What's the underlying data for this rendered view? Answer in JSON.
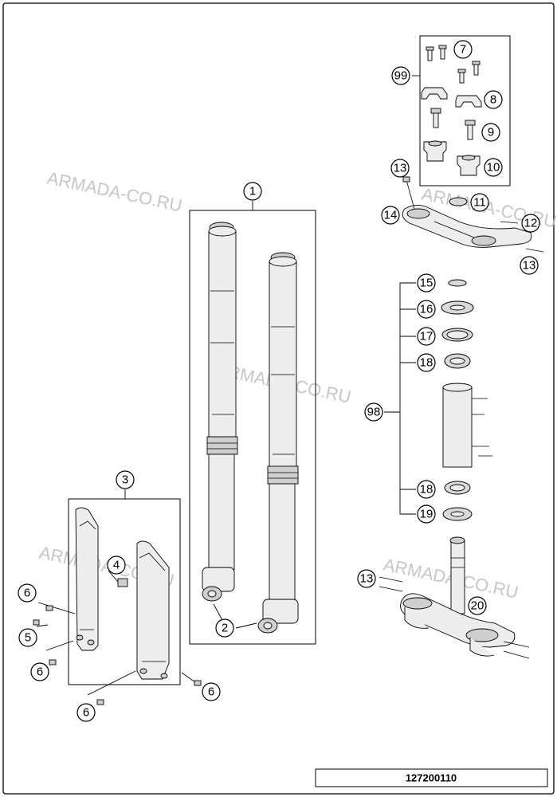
{
  "document_number": "127200110",
  "watermark": "ARMADA-CO.RU",
  "callouts": {
    "c1": "1",
    "c2": "2",
    "c3": "3",
    "c4": "4",
    "c5": "5",
    "c6a": "6",
    "c6b": "6",
    "c6c": "6",
    "c6d": "6",
    "c7": "7",
    "c8": "8",
    "c9": "9",
    "c10": "10",
    "c11": "11",
    "c12": "12",
    "c13a": "13",
    "c13b": "13",
    "c13c": "13",
    "c14": "14",
    "c15": "15",
    "c16": "16",
    "c17": "17",
    "c18a": "18",
    "c18b": "18",
    "c19": "19",
    "c20": "20",
    "c98": "98",
    "c99": "99"
  }
}
